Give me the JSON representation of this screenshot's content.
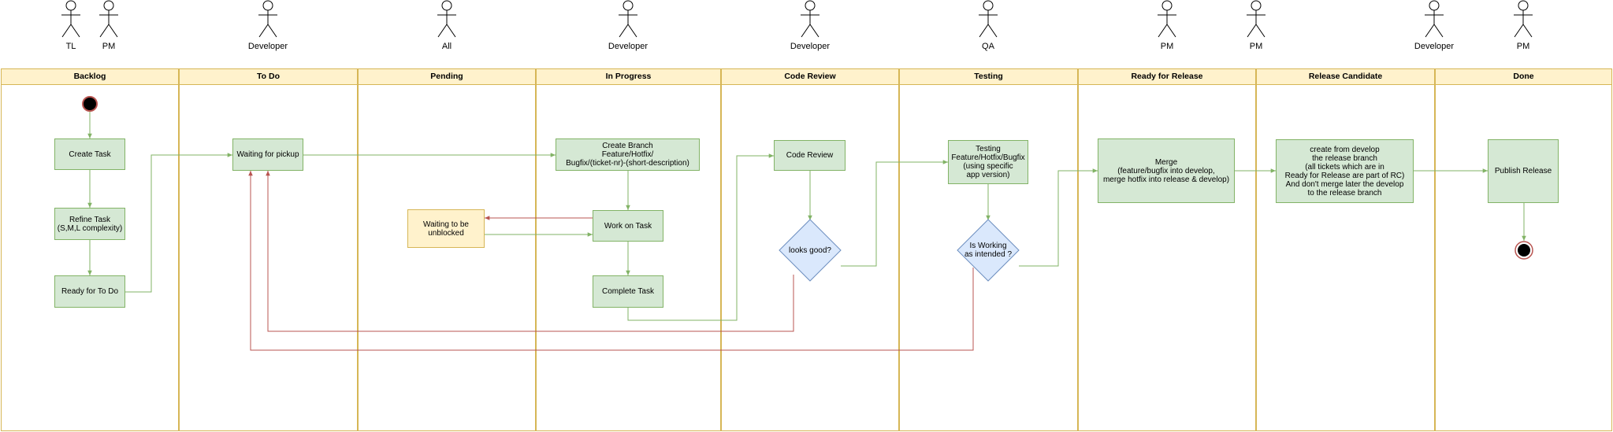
{
  "actors": [
    "TL",
    "PM",
    "Developer",
    "All",
    "Developer",
    "Developer",
    "QA",
    "PM",
    "PM",
    "Developer",
    "PM"
  ],
  "lanes": [
    "Backlog",
    "To Do",
    "Pending",
    "In Progress",
    "Code Review",
    "Testing",
    "Ready for Release",
    "Release Candidate",
    "Done"
  ],
  "nodes": {
    "create_task": "Create Task",
    "refine_task": "Refine Task\n(S,M,L complexity)",
    "ready_todo": "Ready for To Do",
    "waiting_pickup": "Waiting for pickup",
    "waiting_unblocked": "Waiting to be\nunblocked",
    "create_branch": "Create Branch\nFeature/Hotfix/\nBugfix/(ticket-nr)-(short-description)",
    "work_on_task": "Work on Task",
    "complete_task": "Complete Task",
    "code_review": "Code Review",
    "looks_good": "looks good?",
    "testing": "Testing\nFeature/Hotfix/Bugfix\n(using specific\napp version)",
    "is_working": "Is Working\nas intended ?",
    "merge": "Merge\n(feature/bugfix into develop,\nmerge hotfix into release & develop)",
    "create_release": "create from develop\nthe release branch\n(all tickets which are in\nReady for Release are part of RC)\nAnd don't merge later the develop\nto the release branch",
    "publish_release": "Publish Release"
  },
  "colors": {
    "lane_border": "#d6b656",
    "lane_header": "#fff2cc",
    "task_fill": "#d5e8d4",
    "task_border": "#82b366",
    "decision_fill": "#dae8fc",
    "decision_border": "#6c8ebf",
    "reject_arrow": "#b85450"
  }
}
